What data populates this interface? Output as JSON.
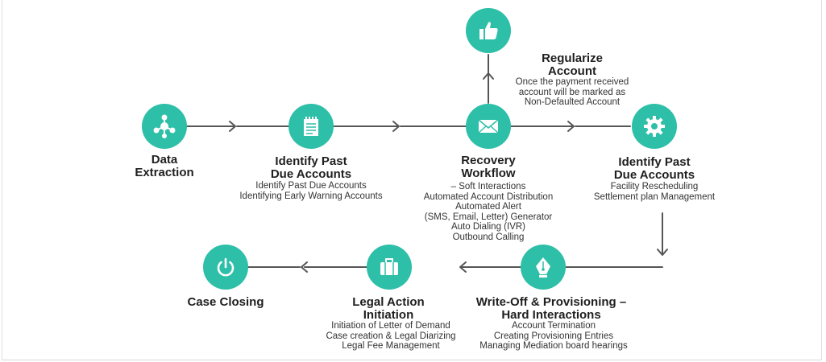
{
  "colors": {
    "node": "#2dbfa8",
    "arrow": "#555555",
    "text": "#1f1f1f"
  },
  "steps": {
    "data_extraction": {
      "icon": "network-icon",
      "title": "Data\nExtraction",
      "desc": ""
    },
    "identify_past_due_1": {
      "icon": "notepad-icon",
      "title": "Identify Past\nDue Accounts",
      "desc": "Identify Past Due Accounts\nIdentifying Early Warning Accounts"
    },
    "recovery_workflow": {
      "icon": "envelope-icon",
      "title": "Recovery\nWorkflow",
      "desc": "– Soft Interactions\nAutomated Account Distribution\nAutomated Alert\n(SMS, Email, Letter) Generator\nAuto Dialing (IVR)\nOutbound Calling"
    },
    "regularize_account": {
      "icon": "thumbs-up-icon",
      "title": "Regularize\nAccount",
      "desc": "Once the payment received\naccount will be marked as\nNon-Defaulted Account"
    },
    "identify_past_due_2": {
      "icon": "gear-icon",
      "title": "Identify Past\nDue Accounts",
      "desc": "Facility Rescheduling\nSettlement plan Management"
    },
    "write_off": {
      "icon": "pen-nib-icon",
      "title": "Write-Off & Provisioning –\nHard Interactions",
      "desc": "Account Termination\nCreating Provisioning Entries\nManaging Mediation board hearings"
    },
    "legal_action": {
      "icon": "briefcase-icon",
      "title": "Legal Action\nInitiation",
      "desc": "Initiation of Letter of Demand\nCase creation & Legal Diarizing\nLegal Fee Management"
    },
    "case_closing": {
      "icon": "power-icon",
      "title": "Case Closing",
      "desc": ""
    }
  }
}
